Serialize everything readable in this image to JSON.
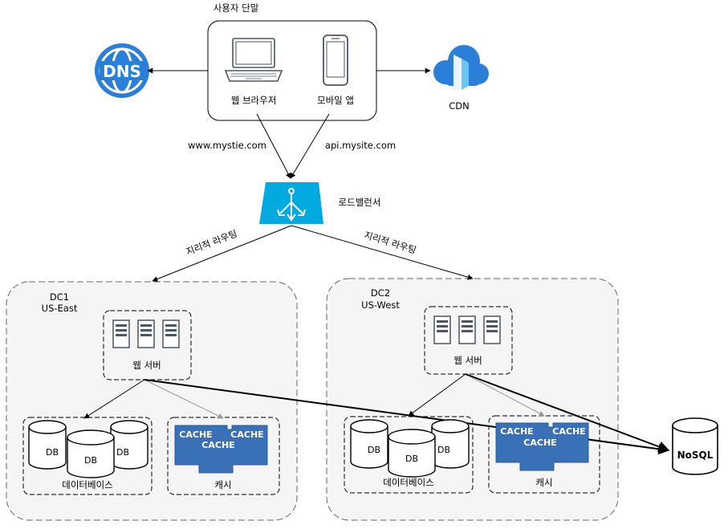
{
  "user_devices": {
    "title": "사용자 단말",
    "web_browser": "웹 브라우저",
    "mobile_app": "모바일 앱"
  },
  "dns": {
    "icon_text": "DNS"
  },
  "cdn": {
    "label": "CDN"
  },
  "links": {
    "www": "www.mystie.com",
    "api": "api.mysite.com",
    "geo_left": "지리적 라우팅",
    "geo_right": "지리적 라우팅"
  },
  "load_balancer": {
    "label": "로드밸런서"
  },
  "dc1": {
    "name": "DC1",
    "region": "US-East",
    "web_server": "웹 서버",
    "database": "데이터베이스",
    "cache": "캐시",
    "db_labels": [
      "DB",
      "DB",
      "DB"
    ],
    "cache_labels": [
      "CACHE",
      "CACHE",
      "CACHE"
    ]
  },
  "dc2": {
    "name": "DC2",
    "region": "US-West",
    "web_server": "웹 서버",
    "database": "데이터베이스",
    "cache": "캐시",
    "db_labels": [
      "DB",
      "DB",
      "DB"
    ],
    "cache_labels": [
      "CACHE",
      "CACHE",
      "CACHE"
    ]
  },
  "nosql": {
    "label": "NoSQL"
  },
  "colors": {
    "azure_blue": "#2c7fd6",
    "cyan": "#00a9e0",
    "cache_blue": "#3a70b6",
    "dc_fill": "#f5f5f5",
    "dash": "#666666"
  }
}
